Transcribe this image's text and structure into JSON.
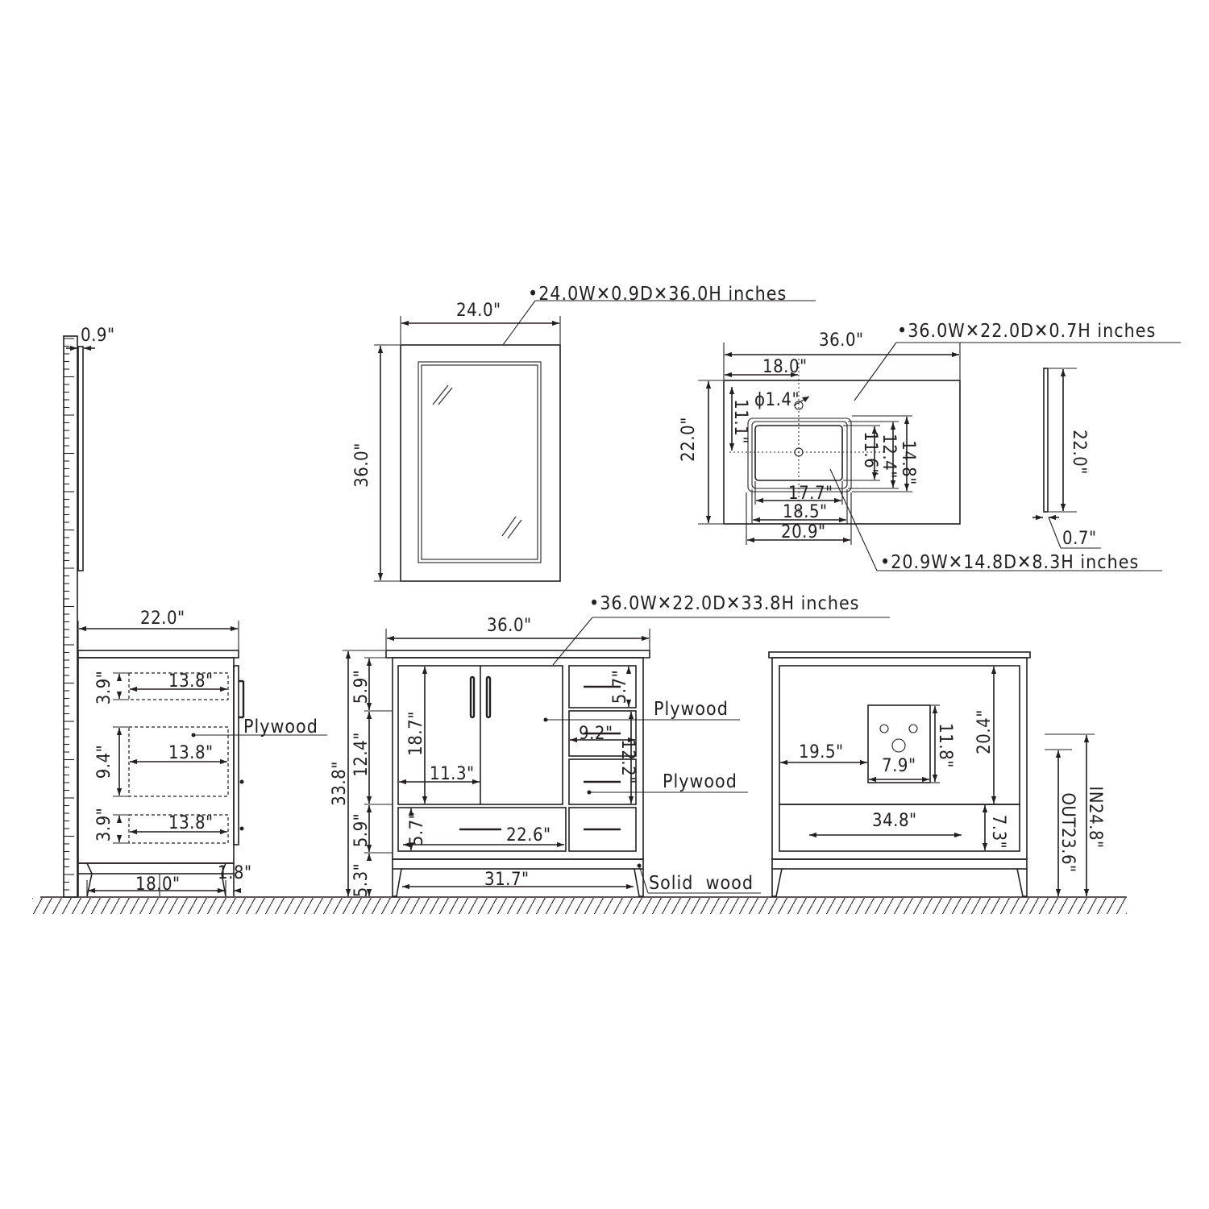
{
  "specs": {
    "mirror": "•24.0W✕0.9D✕36.0H inches",
    "countertop": "•36.0W✕22.0D✕0.7H inches",
    "sink": "•20.9W✕14.8D✕8.3H inches",
    "cabinet": "•36.0W✕22.0D✕33.8H inches"
  },
  "mirror_front": {
    "width": "24.0\"",
    "height": "36.0\""
  },
  "mirror_side": {
    "depth": "0.9\""
  },
  "countertop_top": {
    "width": "36.0\"",
    "half_width": "18.0\"",
    "depth": "22.0\"",
    "hole": "ϕ1.4\"",
    "to_sink": "11.1\"",
    "basin_d1": "11.6\"",
    "basin_d2": "12.4\"",
    "basin_d3": "14.8\"",
    "basin_w1": "17.7\"",
    "basin_w2": "18.5\"",
    "basin_w3": "20.9\""
  },
  "countertop_side": {
    "depth": "22.0\"",
    "thickness": "0.7\""
  },
  "side_view": {
    "depth": "22.0\"",
    "drawer_top_h": "3.9\"",
    "drawer_top_d": "13.8\"",
    "drawer_mid_h": "9.4\"",
    "drawer_mid_d": "13.8\"",
    "drawer_bot_h": "3.9\"",
    "drawer_bot_d": "13.8\"",
    "material": "Plywood",
    "base": "18.0\"",
    "leg": "1.8\""
  },
  "front_view": {
    "width": "36.0\"",
    "height": "33.8\"",
    "top_rail": "5.9\"",
    "mid_rail": "12.4\"",
    "low_rail": "5.9\"",
    "toe": "5.3\"",
    "cab_h": "18.7\"",
    "cab_w": "11.3\"",
    "sm_drawer_h": "5.7\"",
    "mid_drawer_w": "9.2\"",
    "mid_drawer_h": "12.2\"",
    "bot_drawer_h": "5.7\"",
    "bot_drawer_w": "22.6\"",
    "base_w": "31.7\"",
    "material1": "Plywood",
    "material2": "Plywood",
    "legs": "Solid  wood"
  },
  "back_view": {
    "offset": "19.5\"",
    "opening_w": "7.9\"",
    "opening_h": "11.8\"",
    "interior_h": "20.4\"",
    "shelf_w": "34.8\"",
    "shelf_h": "7.3\"",
    "in_h": "IN24.8\"",
    "out_h": "OUT23.6\""
  },
  "colors": {
    "ink": "#231f20",
    "paper": "#ffffff"
  }
}
